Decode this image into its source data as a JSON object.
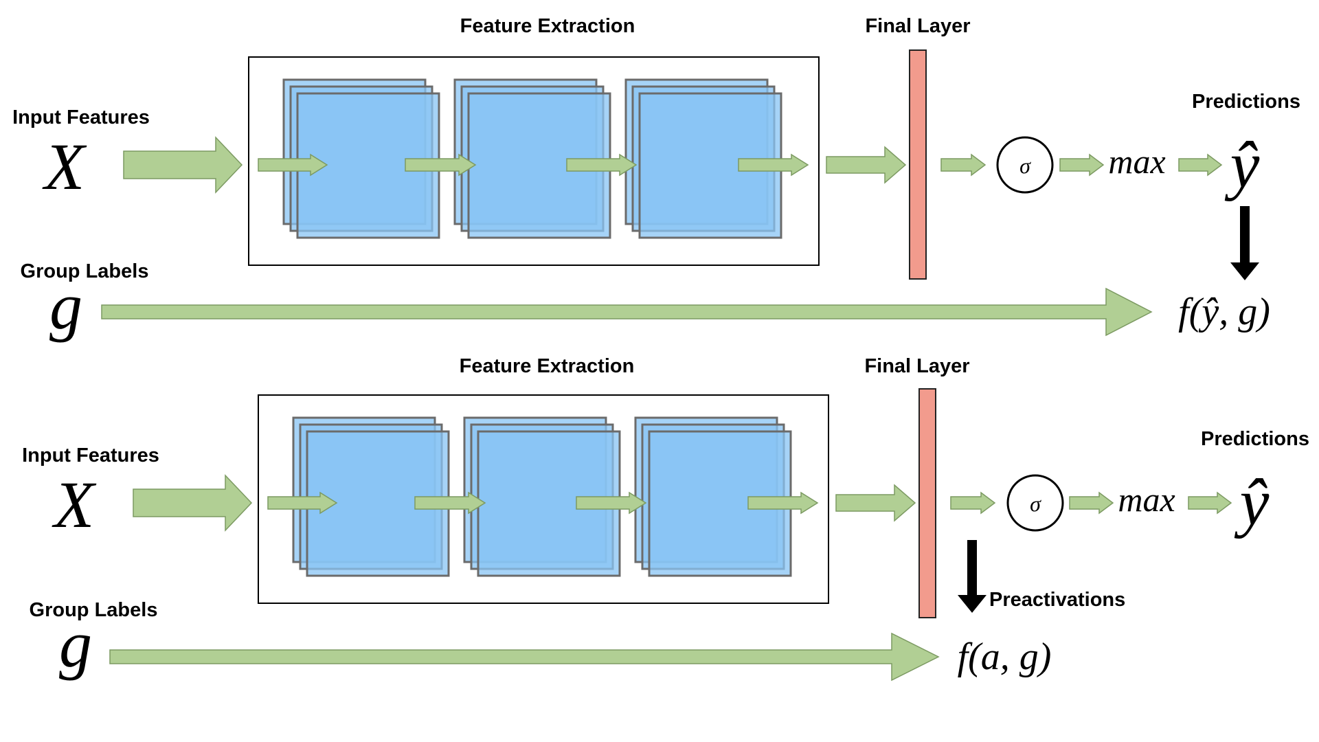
{
  "colors": {
    "arrow_fill": "#b1cf94",
    "arrow_stroke": "#7c9a62",
    "block_fill": "#88c4f4",
    "block_stroke": "#6b6b6b",
    "final_layer_fill": "#f29b8d",
    "final_layer_stroke": "#222222"
  },
  "icons": {
    "activation": "sigma-circle",
    "arrows": "block-arrow"
  },
  "top": {
    "input_label": "Input Features",
    "input_symbol": "X",
    "group_label": "Group Labels",
    "group_symbol": "g",
    "feature_extraction_label": "Feature Extraction",
    "final_layer_label": "Final Layer",
    "sigma_symbol": "σ",
    "max_label": "max",
    "predictions_label": "Predictions",
    "prediction_symbol": "ŷ",
    "fairness_fn": "f(ŷ, g)"
  },
  "bottom": {
    "input_label": "Input Features",
    "input_symbol": "X",
    "group_label": "Group Labels",
    "group_symbol": "g",
    "feature_extraction_label": "Feature Extraction",
    "final_layer_label": "Final Layer",
    "sigma_symbol": "σ",
    "max_label": "max",
    "predictions_label": "Predictions",
    "prediction_symbol": "ŷ",
    "preactivations_label": "Preactivations",
    "fairness_fn": "f(a, g)"
  }
}
